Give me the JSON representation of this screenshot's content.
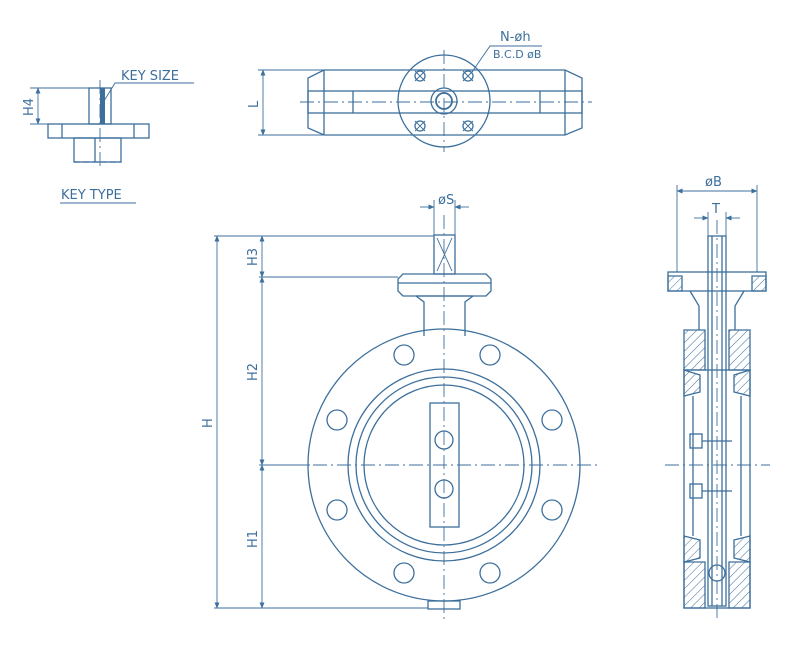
{
  "labels": {
    "key_size": "KEY SIZE",
    "key_type": "KEY TYPE",
    "h4": "H4",
    "l": "L",
    "n_h": "N-øh",
    "bcd": "B.C.D øB",
    "s": "øS",
    "h3": "H3",
    "h2": "H2",
    "h1": "H1",
    "h": "H",
    "b": "øB",
    "t": "T"
  },
  "colors": {
    "line": "#3d6f9c",
    "background": "#ffffff"
  }
}
